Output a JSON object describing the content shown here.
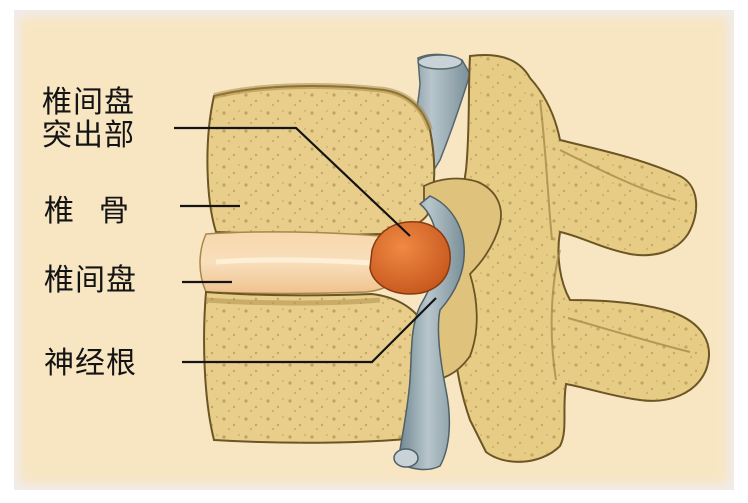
{
  "labels": {
    "herniation_line1": "椎间盘",
    "herniation_line2": "突出部",
    "vertebra_char1": "椎",
    "vertebra_char2": "骨",
    "disc": "椎间盘",
    "nerve_root": "神经根"
  },
  "colors": {
    "background": "#f8e6c3",
    "bone": "#e9cf8b",
    "bone_dark": "#b89b55",
    "disc": "#f4c89a",
    "herniation": "#d96a2a",
    "nerve": "#8fa4ad",
    "leader_line": "#141414"
  }
}
